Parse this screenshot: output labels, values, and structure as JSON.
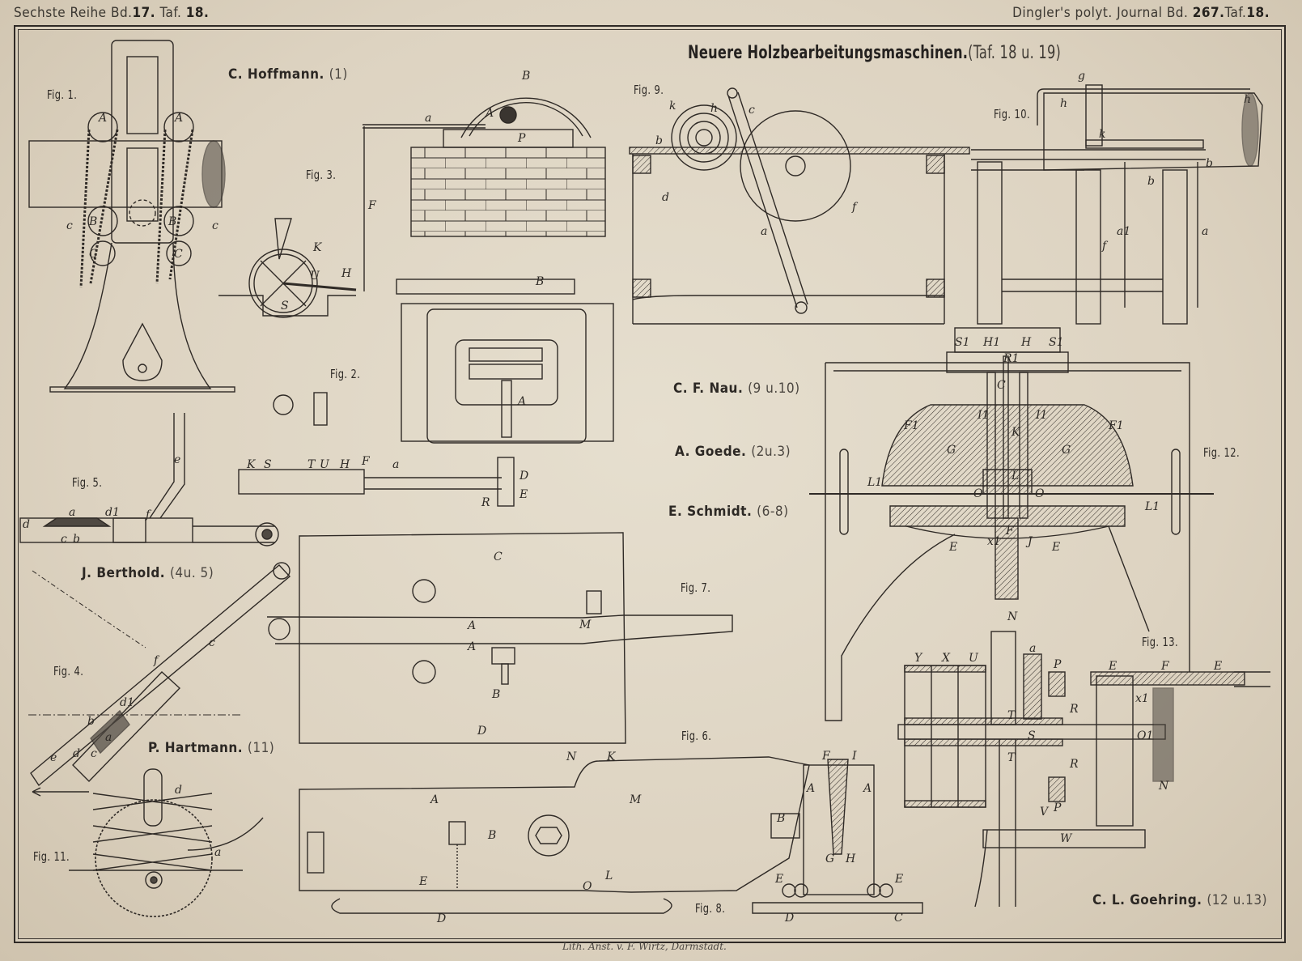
{
  "header": {
    "left": {
      "prefix": "Sechste Reihe Bd.",
      "volume": "17.",
      "taf_label": "Taf.",
      "taf": "18."
    },
    "right": {
      "prefix": "Dingler's polyt. Journal Bd.",
      "volume": "267.",
      "taf_label": "Taf.",
      "taf": "18."
    }
  },
  "title": {
    "main": "Neuere Holzbearbeitungsmaschinen.",
    "ref": "(Taf. 18 u. 19)"
  },
  "inventors": [
    {
      "name": "C. Hoffmann.",
      "ref": "(1)"
    },
    {
      "name": "C. F. Nau.",
      "ref": "(9 u.10)"
    },
    {
      "name": "A. Goede.",
      "ref": "(2u.3)"
    },
    {
      "name": "E. Schmidt.",
      "ref": "(6-8)"
    },
    {
      "name": "J. Berthold.",
      "ref": "(4u. 5)"
    },
    {
      "name": "P. Hartmann.",
      "ref": "(11)"
    },
    {
      "name": "C. L. Goehring.",
      "ref": "(12 u.13)"
    }
  ],
  "figures": [
    "Fig. 1.",
    "Fig. 2.",
    "Fig. 3.",
    "Fig. 4.",
    "Fig. 5.",
    "Fig. 6.",
    "Fig. 7.",
    "Fig. 8.",
    "Fig. 9.",
    "Fig. 10.",
    "Fig. 11.",
    "Fig. 12.",
    "Fig. 13."
  ],
  "imprint": "Lith. Anst. v. F. Wirtz, Darmstadt.",
  "part_letters": {
    "fig1": [
      "A",
      "A",
      "B",
      "B",
      "C",
      "C",
      "c",
      "c"
    ],
    "fig3": [
      "B",
      "A",
      "a",
      "P",
      "F",
      "K",
      "U",
      "H",
      "S"
    ],
    "fig2": [
      "B",
      "A",
      "K",
      "S",
      "T",
      "U",
      "H",
      "F",
      "a",
      "D",
      "E",
      "R"
    ],
    "fig5": [
      "e",
      "a",
      "d",
      "d1",
      "c",
      "b",
      "f"
    ],
    "fig4": [
      "c",
      "f",
      "d1",
      "b",
      "a",
      "e",
      "d",
      "c"
    ],
    "fig7": [
      "C",
      "A",
      "A",
      "M",
      "B",
      "D"
    ],
    "fig6": [
      "A",
      "B",
      "E",
      "M",
      "N",
      "K",
      "L",
      "O",
      "D"
    ],
    "fig8": [
      "F",
      "I",
      "A",
      "A",
      "B",
      "G",
      "H",
      "E",
      "E",
      "D",
      "C"
    ],
    "fig9": [
      "k",
      "h",
      "c",
      "b",
      "d",
      "a",
      "f"
    ],
    "fig10": [
      "g",
      "h",
      "h",
      "k",
      "b",
      "b",
      "a1",
      "a",
      "f"
    ],
    "fig11": [
      "d",
      "a"
    ],
    "fig12": [
      "S1",
      "H1",
      "H",
      "S1",
      "R1",
      "C",
      "F1",
      "F1",
      "I1",
      "I1",
      "K",
      "G",
      "G",
      "L1",
      "L",
      "L1",
      "O",
      "O",
      "F",
      "E",
      "E",
      "x1",
      "J",
      "N"
    ],
    "fig13": [
      "Y",
      "X",
      "U",
      "a",
      "P",
      "R",
      "T",
      "S",
      "T",
      "R",
      "P",
      "V",
      "W",
      "E",
      "F",
      "E",
      "x1",
      "O1",
      "N"
    ]
  },
  "colors": {
    "paper": "#d9cfbd",
    "ink": "#2a2622"
  }
}
